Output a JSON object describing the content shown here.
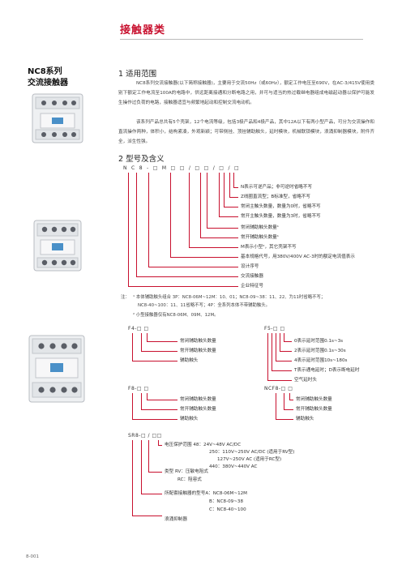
{
  "header": {
    "title": "接触器类"
  },
  "side": {
    "line1": "NC8系列",
    "line2": "交流接触器"
  },
  "section1": {
    "title": "1 适用范围",
    "para1": "NC8系列交流接触器(以下简称接触器)，主要用于交流50Hz（或60Hz），额定工作电压至690V，在AC-3/415V使用类别下额定工作电流至100A的电路中，供远距离接通和分断电路之用，并可与适当的热过载继电器组成电磁起动器以保护可能发生操作过负荷的电路，接触器适宜与频繁地起动和控制交流电动机。",
    "para2": "该系列产品总共有5个壳架，12个电流等级，包括3极产品和4极产品，其中12A以下有两小型产品，可分为交流操作和直流操作两种，体积小，结构紧凑，外观新颖；可带侧挂、顶挂辅助触头，延时模块，机械联锁模块，浪涌抑制器模块，附件齐全，派生性强。"
  },
  "section2": {
    "title": "2 型号及含义",
    "code": "N C 8 - □ M □ □ / □ □ / □ / □",
    "items": [
      "N表示可逆产品；非可逆时省略不写",
      "Z线圈直流型；B标准型，省略不写",
      "常闭主触头数量，数量为0时，省略不写",
      "常开主触头数量，数量为3时，省略不写",
      "常闭辅助触头数量¹",
      "常开辅助触头数量¹",
      "M表示小型²，其它壳架不写",
      "基本规格代号，用380V/400V AC-3时的额定电流值表示",
      "设计序号",
      "交流接触器",
      "企业特征号"
    ],
    "note_prefix": "注：",
    "note1": "¹ 本体辅助触头组合 3P：NC8-06M~12M：10、01；NC8-09~38：11、22、为11时省略不写；",
    "note2": "NC8-40~100：11、11省略不写；4P：全系列本体不带辅助触头。",
    "note3": "² 小型接触器仅有NC8-06M、09M、12M。"
  },
  "f4": {
    "code": "F4-□ □",
    "items": [
      "常闭辅助触头数量",
      "常开辅助触头数量",
      "辅助触头"
    ]
  },
  "f5": {
    "code": "F5-□ □",
    "items": [
      "0表示延时范围0.1s~3s",
      "2表示延时范围0.1s~30s",
      "4表示延时范围10s~180s",
      "T表示通电延时；D表示断电延时",
      "空气延时头"
    ]
  },
  "f8": {
    "code": "F8-□ □",
    "items": [
      "常闭辅助触头数量",
      "常开辅助触头数量",
      "辅助触头"
    ]
  },
  "ncf8": {
    "code": "NCF8-□ □",
    "items": [
      "常闭辅助触头数量",
      "常开辅助触头数量",
      "辅助触头"
    ]
  },
  "sr8": {
    "code": "SR8-□ / □□",
    "volt_title": "电压保护范围  48：24V~48V AC/DC",
    "volt_250": "250：110V~250V AC/DC (适用于RV型)",
    "volt_127": "127V~250V AC      (适用于RC型)",
    "volt_440": "440：380V~440V AC",
    "type_title": "类型 RV：压敏电阻式",
    "type_rc": "RC：阻容式",
    "match_title": "所配套接触器的型号A：NC8-06M~12M",
    "match_b": "B：NC8-09~38",
    "match_c": "C：NC8-40~100",
    "name": "浪涌抑制器"
  },
  "footer": {
    "page": "8-001"
  },
  "colors": {
    "accent": "#c8102e"
  }
}
